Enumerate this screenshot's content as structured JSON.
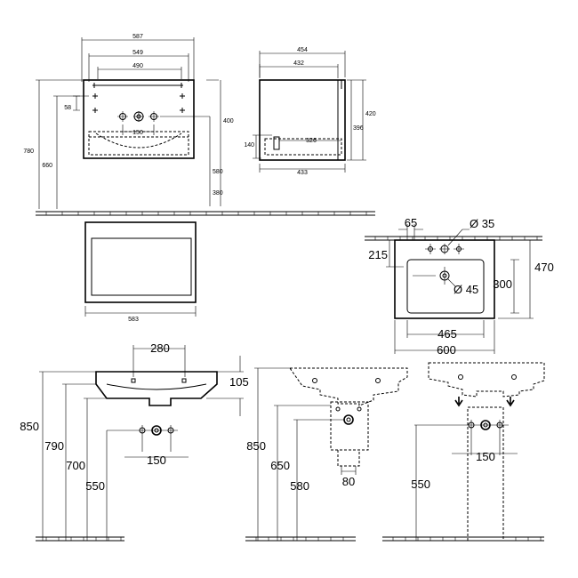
{
  "cabinet_front": {
    "width_total": "587",
    "width_inner": "549",
    "width_drawer": "490",
    "hole_offset": "58",
    "center_spacing": "150",
    "height_400": "400",
    "height_780": "780",
    "height_660": "660",
    "height_580": "580",
    "height_380": "380"
  },
  "cabinet_side": {
    "depth_454": "454",
    "depth_432": "432",
    "depth_433": "433",
    "height_420": "420",
    "height_396": "396",
    "height_140": "140",
    "depth_326": "326"
  },
  "cabinet_top": {
    "width_583": "583"
  },
  "basin_top": {
    "offset_65": "65",
    "diameter_35": "Ø 35",
    "height_215": "215",
    "height_470": "470",
    "height_300": "300",
    "diameter_45": "Ø 45",
    "width_465": "465",
    "width_600": "600"
  },
  "basin_wall": {
    "width_280": "280",
    "height_105": "105",
    "height_850": "850",
    "height_790": "790",
    "height_700": "700",
    "height_550": "550",
    "spacing_150": "150"
  },
  "pedestal_side": {
    "height_850_partial": "850",
    "height_650": "650",
    "height_580": "580",
    "width_80": "80"
  },
  "pedestal_front": {
    "height_550": "550",
    "spacing_150": "150"
  }
}
